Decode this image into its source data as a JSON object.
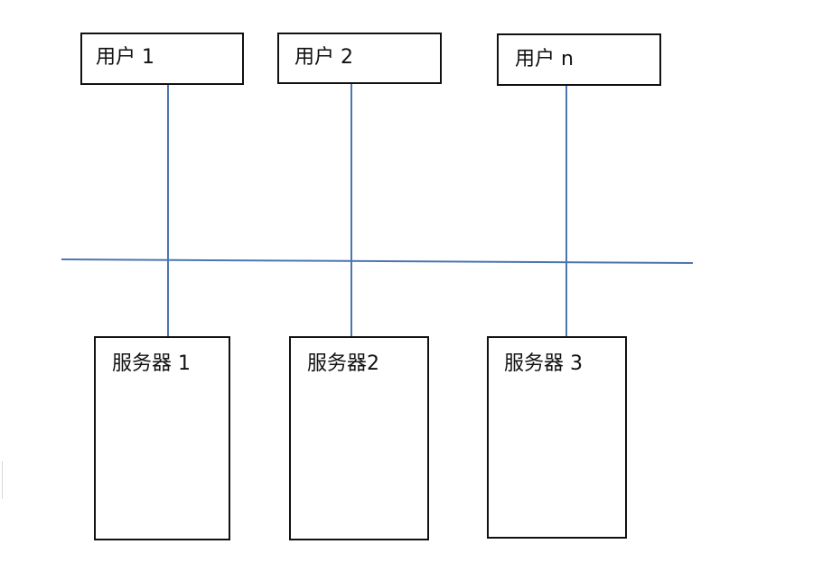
{
  "colors": {
    "line": "#4a76b0",
    "border": "#111111",
    "background": "#ffffff"
  },
  "users": [
    {
      "label": "用户 1"
    },
    {
      "label": "用户 2"
    },
    {
      "label": "用户 n"
    }
  ],
  "servers": [
    {
      "label": "服务器 1"
    },
    {
      "label": "服务器2"
    },
    {
      "label": "服务器 3"
    }
  ]
}
